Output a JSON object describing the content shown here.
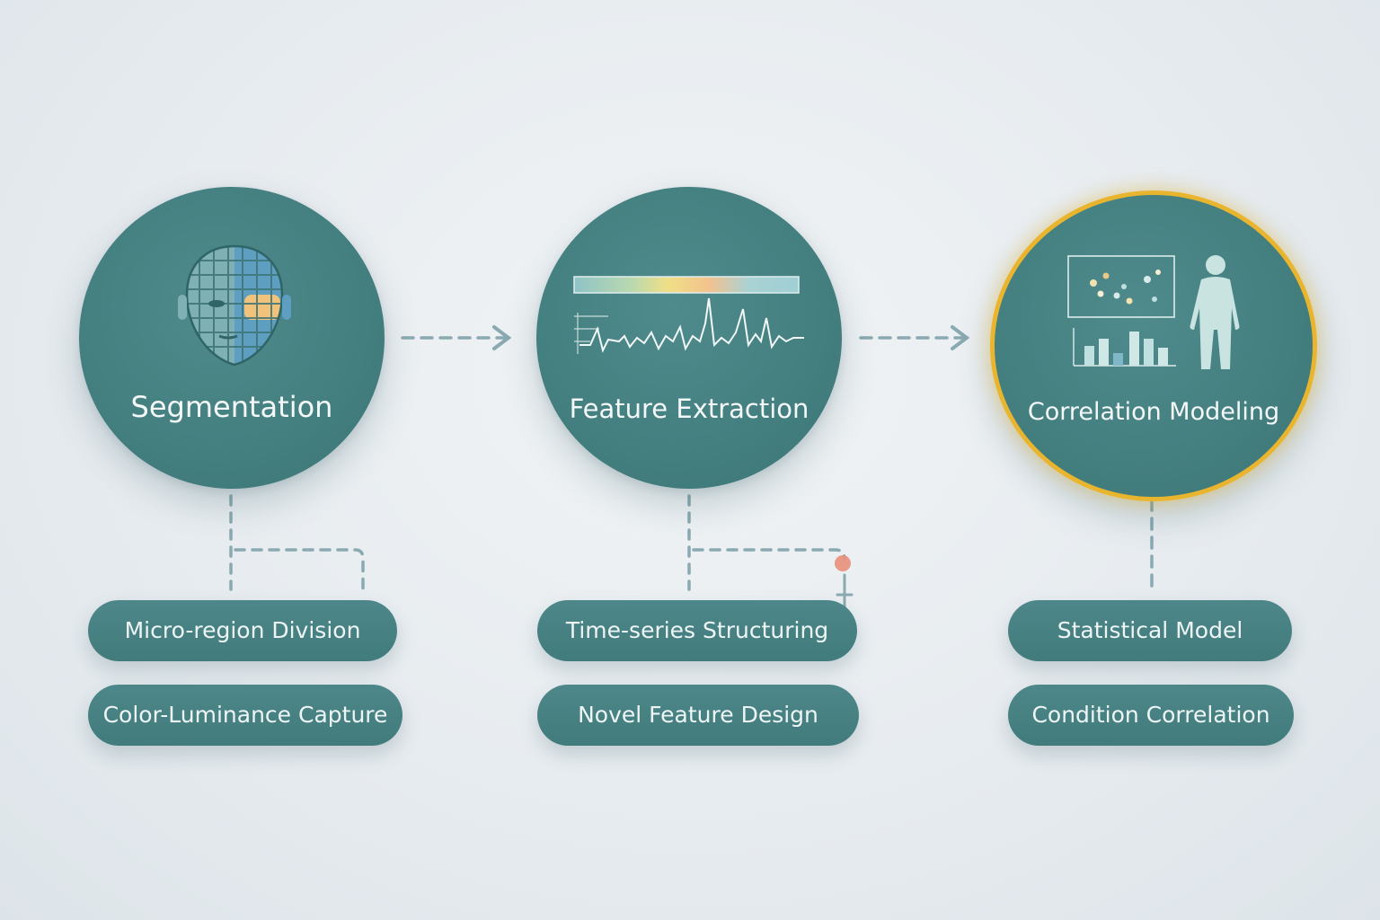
{
  "stages": [
    {
      "title": "Segmentation",
      "icon": "segmented-face-icon",
      "highlighted": false,
      "steps": [
        "Micro-region Division",
        "Color-Luminance Capture"
      ]
    },
    {
      "title": "Feature Extraction",
      "icon": "signal-waveform-icon",
      "highlighted": false,
      "steps": [
        "Time-series Structuring",
        "Novel Feature Design"
      ]
    },
    {
      "title": "Correlation Modeling",
      "icon": "statistics-person-icon",
      "highlighted": true,
      "steps": [
        "Statistical Model",
        "Condition Correlation"
      ]
    }
  ],
  "colors": {
    "node": "#447f80",
    "highlight_ring": "#e9b52e",
    "connector": "#8aa9b1",
    "marker": "#e8907a",
    "background": "#e6ebef"
  }
}
